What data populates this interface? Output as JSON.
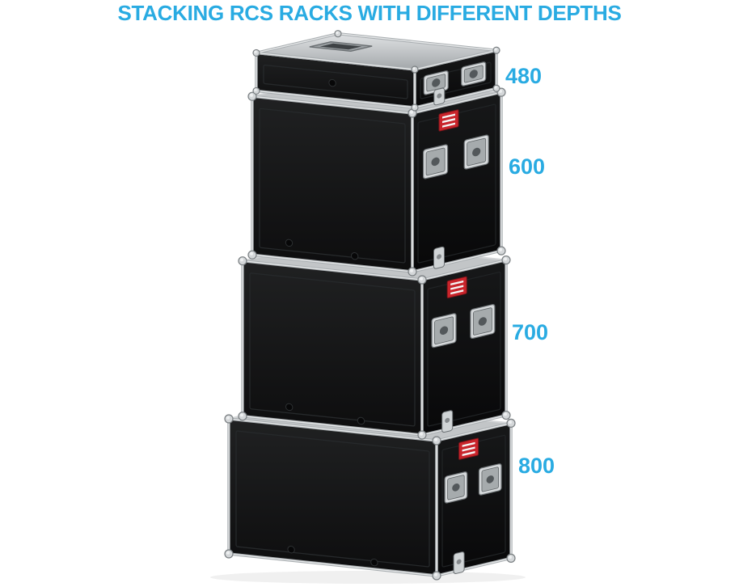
{
  "title": "STACKING RCS RACKS WITH DIFFERENT DEPTHS",
  "colors": {
    "accent": "#29abe2",
    "case_black": "#141414",
    "aluminum": "#c6cacc",
    "badge_red": "#c9242b",
    "top_gray": "#c2c5c7"
  },
  "racks": [
    {
      "depth_label": "480"
    },
    {
      "depth_label": "600"
    },
    {
      "depth_label": "700"
    },
    {
      "depth_label": "800"
    }
  ]
}
